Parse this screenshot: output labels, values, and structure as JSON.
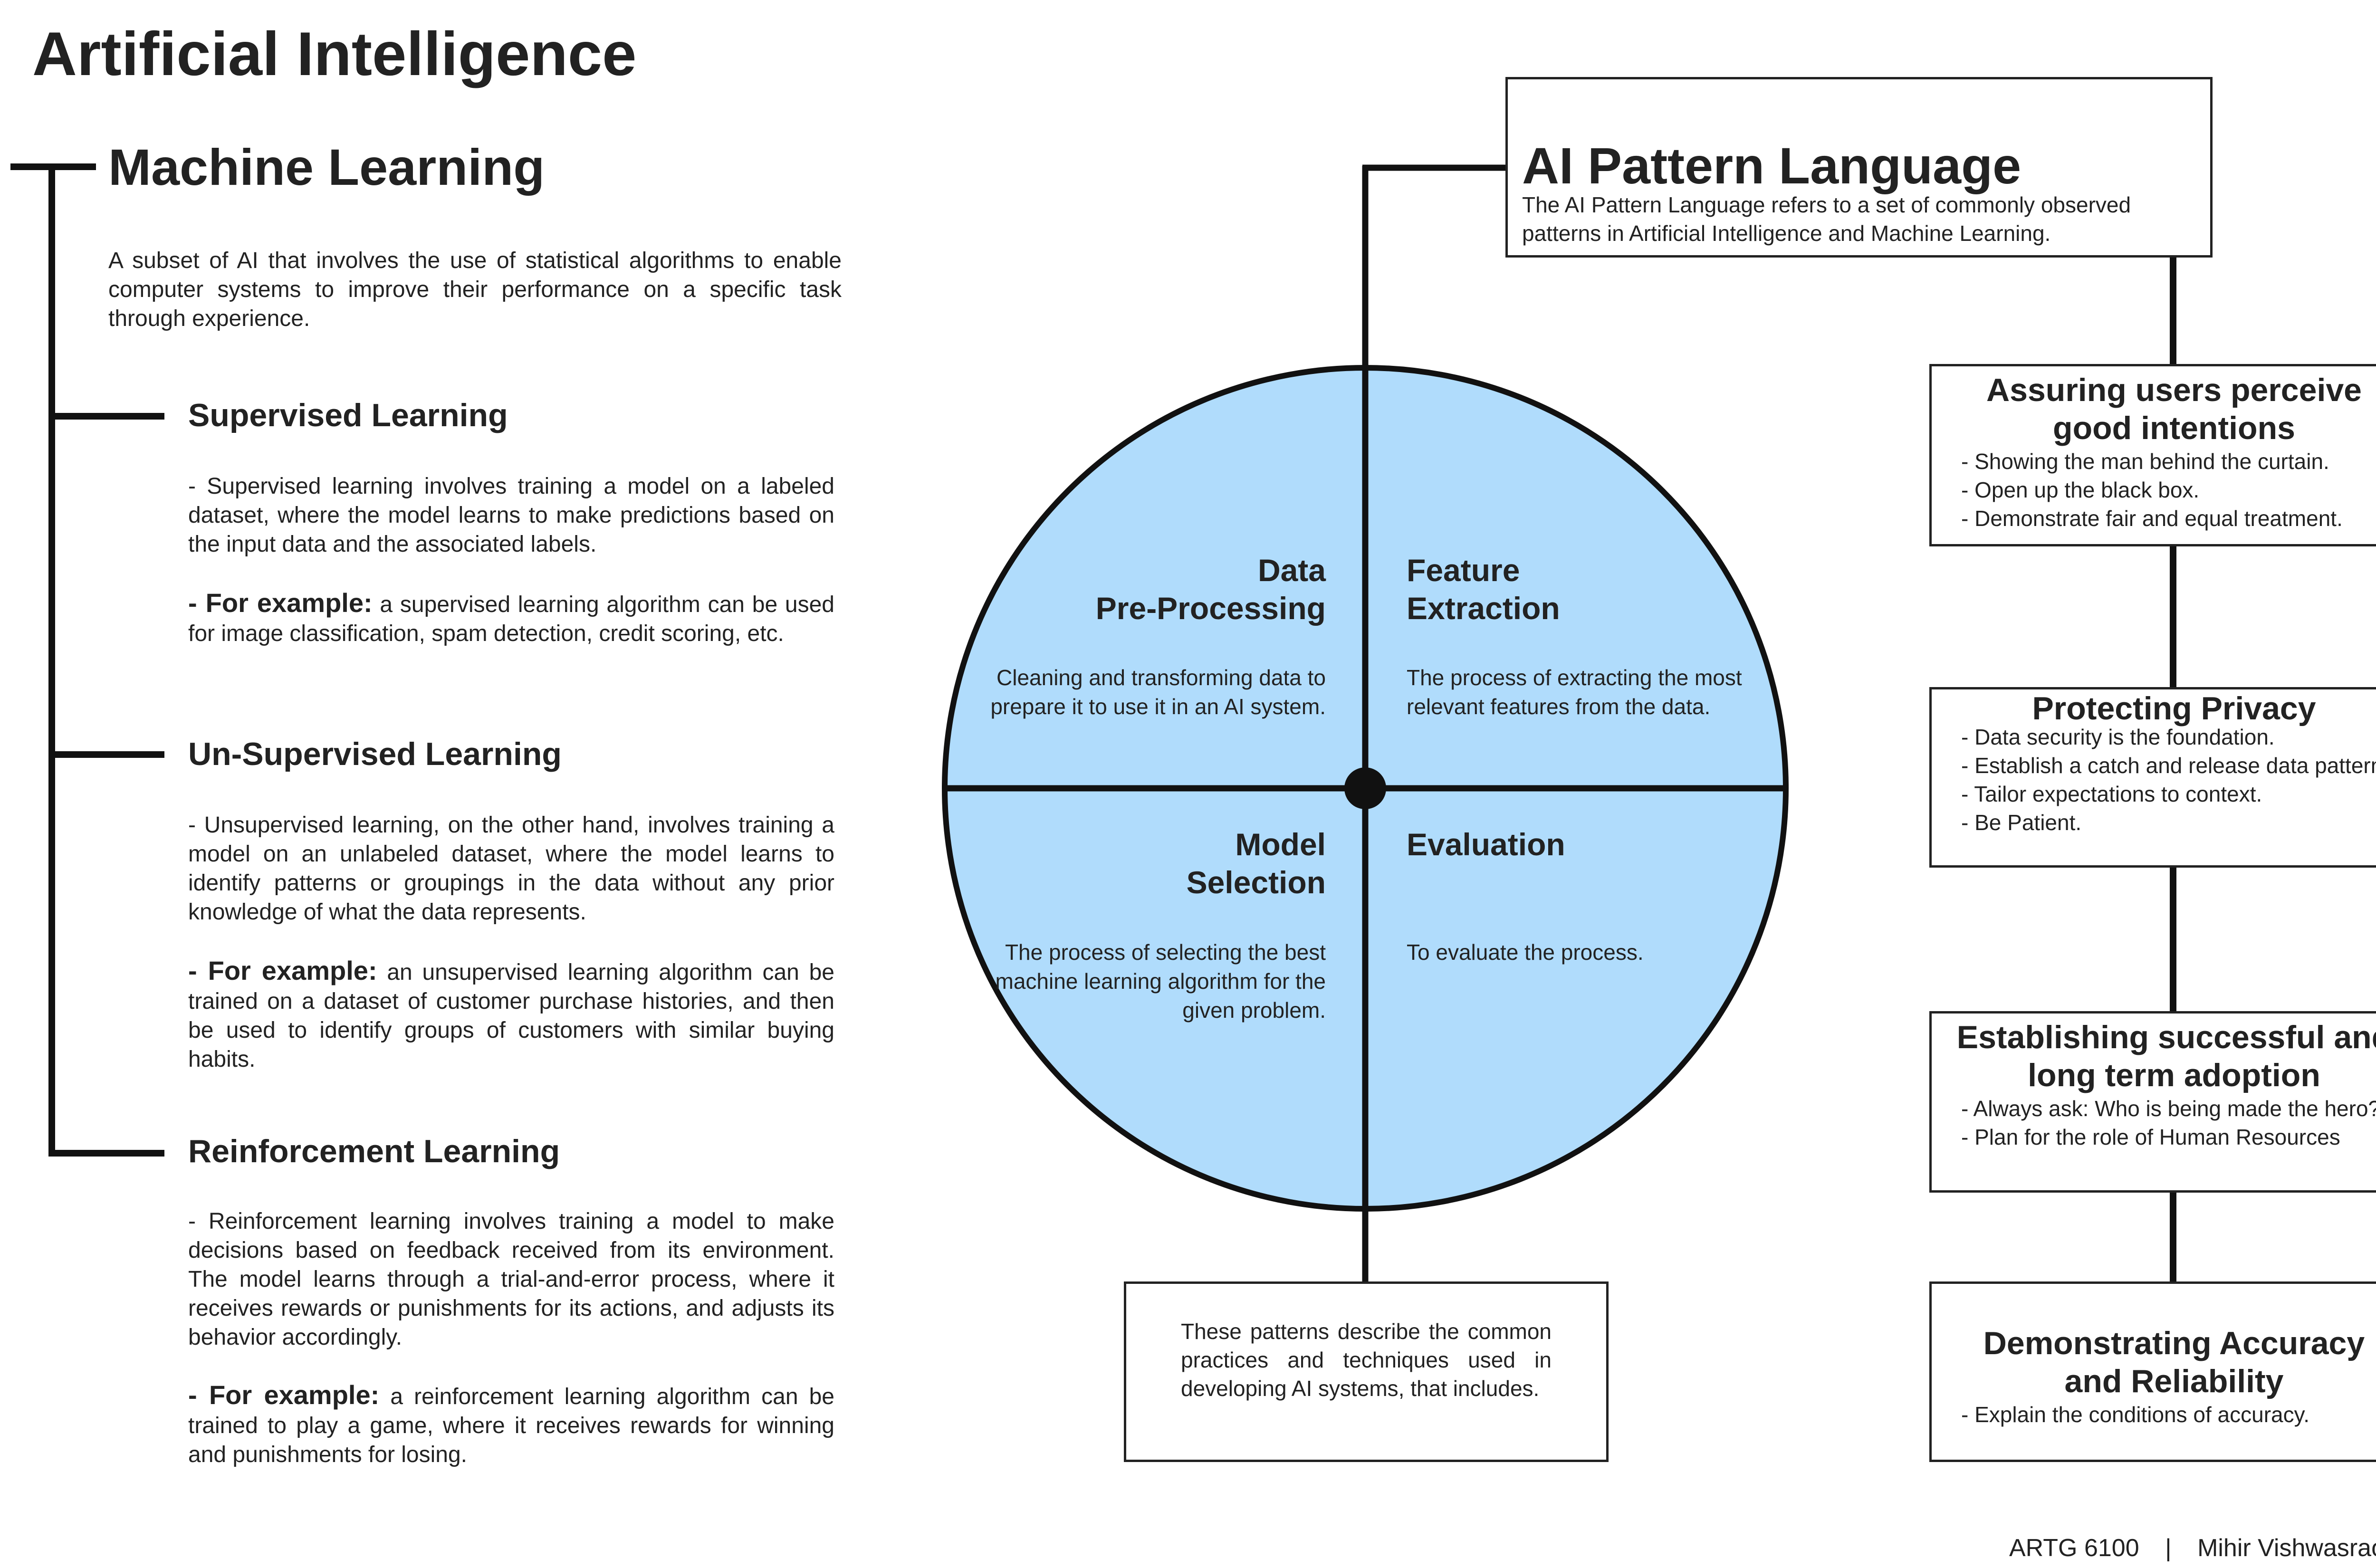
{
  "page_title": "Artificial Intelligence",
  "machine_learning": {
    "title": "Machine Learning",
    "description": "A subset of AI that involves the use of statistical algorithms to enable computer systems to improve their performance on a specific task through experience.",
    "branches": [
      {
        "title": "Supervised Learning",
        "description": "- Supervised learning involves training a model on a labeled dataset, where the model learns to make predictions based on the input data and the associated labels.",
        "example_lead": "- For example:",
        "example_text": " a supervised learning algorithm can be used for image classification, spam detection, credit scoring, etc."
      },
      {
        "title": "Un-Supervised Learning",
        "description": "- Unsupervised learning, on the other hand, involves training a model on an unlabeled dataset, where the model learns to identify patterns or groupings in the data without any prior knowledge of what the data represents.",
        "example_lead": "- For example:",
        "example_text": " an unsupervised learning algorithm can be trained on a dataset of customer purchase histories, and then be used to identify groups of customers with similar buying habits."
      },
      {
        "title": "Reinforcement Learning",
        "description": "- Reinforcement learning involves training a model to make decisions based on feedback received from its environment. The model learns through a trial-and-error process, where it receives rewards or punishments for its actions, and adjusts its behavior accordingly.",
        "example_lead": "- For example:",
        "example_text": " a reinforcement learning algorithm can be trained to play a game, where it receives rewards for winning and punishments for losing."
      }
    ]
  },
  "circle": {
    "fill_color": "#b0dcfc",
    "quadrants": [
      {
        "title_line1": "Data",
        "title_line2": "Pre-Processing",
        "text": "Cleaning and transforming data to prepare it to use it in an AI system."
      },
      {
        "title_line1": "Feature",
        "title_line2": "Extraction",
        "text": "The process of extracting the most relevant features from the data."
      },
      {
        "title_line1": "Model",
        "title_line2": "Selection",
        "text": "The process of selecting the best machine learning algorithm for the given problem."
      },
      {
        "title_line1": "",
        "title_line2": "Evaluation",
        "text": "To evaluate the process."
      }
    ]
  },
  "patterns_box": {
    "text": "These patterns describe the common practices and techniques used in developing AI systems, that includes."
  },
  "ai_pattern_language": {
    "title": "AI Pattern Language",
    "description": "The AI Pattern Language refers to a set of commonly observed patterns in Artificial Intelligence and Machine Learning.",
    "patterns": [
      {
        "title": "Assuring users perceive good intentions",
        "items": [
          "- Showing the man behind the curtain.",
          "- Open up the black box.",
          "- Demonstrate fair and equal treatment."
        ]
      },
      {
        "title": "Protecting Privacy",
        "items": [
          "- Data security is the foundation.",
          "- Establish a catch and release data pattern.",
          "- Tailor expectations to context.",
          "- Be Patient."
        ]
      },
      {
        "title": "Establishing successful and long term adoption",
        "items": [
          "- Always ask: Who is being made the hero?",
          "- Plan for the role of Human Resources"
        ]
      },
      {
        "title": "Demonstrating Accuracy and Reliability",
        "items": [
          "- Explain the conditions of accuracy."
        ]
      }
    ]
  },
  "footer": {
    "course": "ARTG 6100",
    "separator": "|",
    "author": "Mihir Vishwasrao"
  }
}
